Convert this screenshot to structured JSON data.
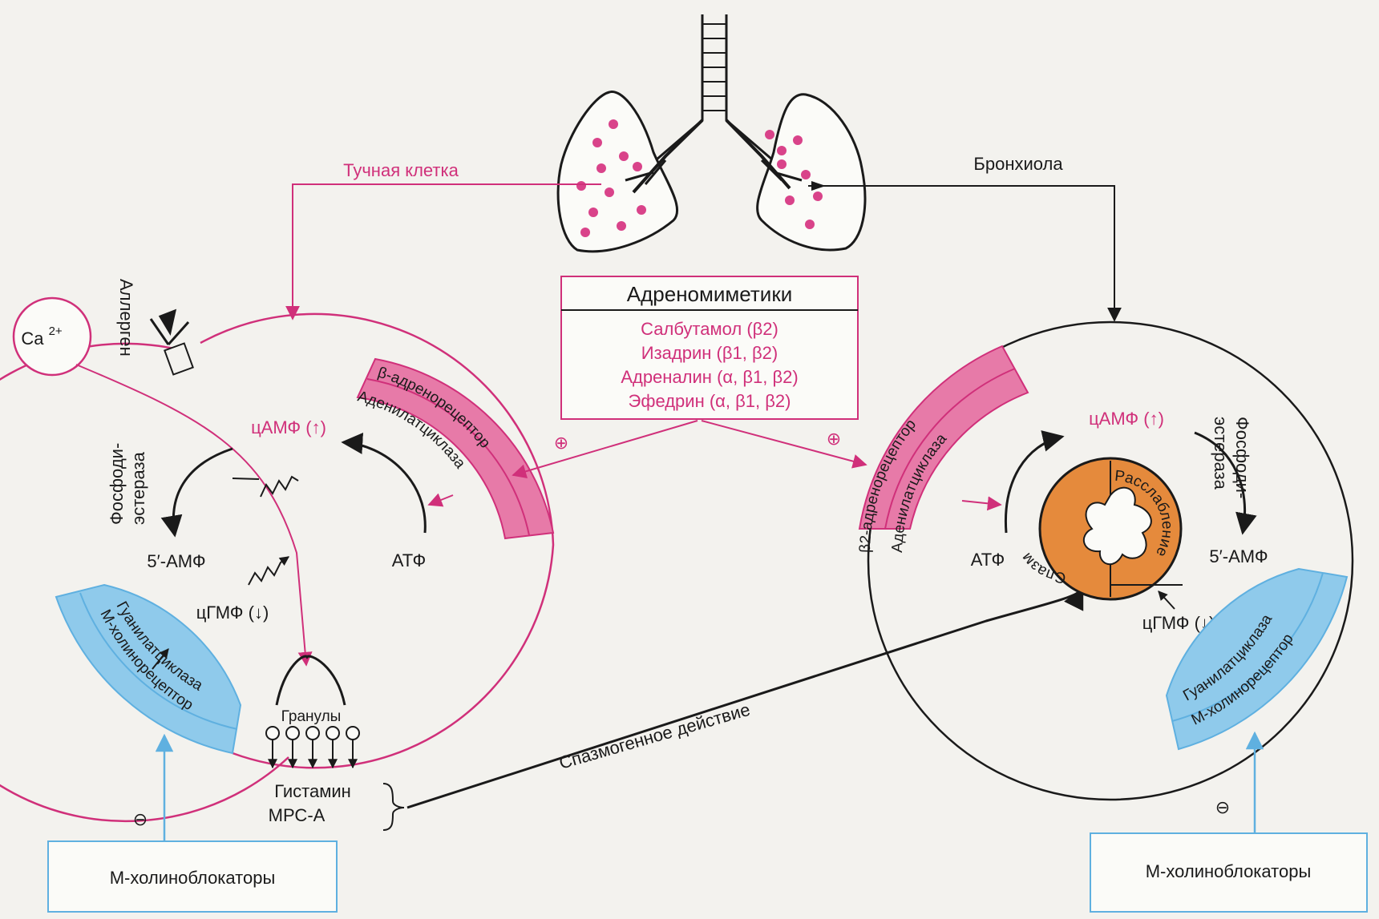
{
  "colors": {
    "pink": "#d0307a",
    "pink_fill": "#e77aa8",
    "pink_fill_dark": "#d4508f",
    "blue_line": "#5fb0e0",
    "blue_fill": "#8fcaeb",
    "orange": "#e58a3c",
    "black": "#1a1a1a"
  },
  "labels": {
    "mast_cell": "Тучная клетка",
    "bronchiole": "Бронхиола",
    "allergen": "Аллерген",
    "ca": "Ca",
    "ca_sup": "2+",
    "spasmogenic": "Спазмогенное действие"
  },
  "adrenomimetics": {
    "title": "Адреномиметики",
    "items": [
      "Салбутамол (β2)",
      "Изадрин (β1, β2)",
      "Адреналин (α, β1, β2)",
      "Эфедрин (α, β1, β2)"
    ]
  },
  "plus_sign": "⊕",
  "minus_sign": "⊖",
  "mast": {
    "beta_receptor": "β-адренорецептор",
    "adenylate_cyclase": "Аденилатциклаза",
    "camp": "цАМФ (↑)",
    "atp": "АТФ",
    "pde_line1": "Фосфоди-",
    "pde_line2": "эстераза",
    "amp": "5′-АМФ",
    "cgmp": "цГМФ (↓)",
    "guanylate_cyclase": "Гуанилатциклаза",
    "m_receptor": "М-холинорецептор",
    "granules": "Гранулы",
    "histamine": "Гистамин",
    "mrsa": "МРС-А"
  },
  "bronch": {
    "beta2_receptor": "β2-адренорецептор",
    "adenylate_cyclase": "Аденилатциклаза",
    "camp": "цАМФ (↑)",
    "atp": "АТФ",
    "pde_line1": "Фосфоди-",
    "pde_line2": "эстераза",
    "amp": "5′-АМФ",
    "cgmp": "цГМФ (↓)",
    "guanylate_cyclase": "Гуанилатциклаза",
    "m_receptor": "М-холинорецептор",
    "spasm": "Спазм",
    "relaxation": "Расслабление"
  },
  "blockers": {
    "left": "М-холиноблокаторы",
    "right": "М-холиноблокаторы"
  }
}
